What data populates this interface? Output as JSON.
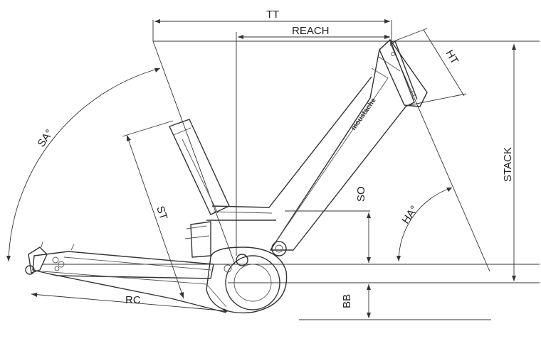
{
  "labels": {
    "tt": "TT",
    "reach": "REACH",
    "ht": "HT",
    "stack": "STACK",
    "sa": "SA°",
    "st": "ST",
    "so": "SO",
    "ha": "HA°",
    "rc": "RC",
    "bb": "BB"
  },
  "brand": "moustache"
}
